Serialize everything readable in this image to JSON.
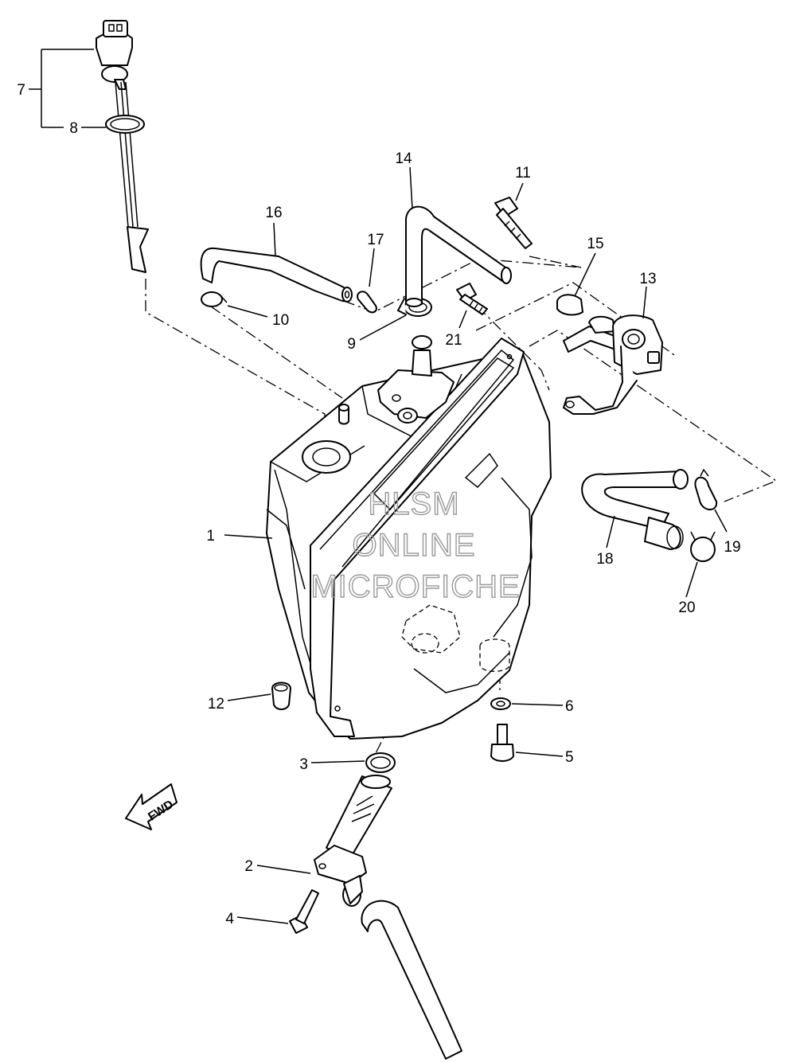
{
  "diagram": {
    "callouts": [
      {
        "id": "c1",
        "label": "1"
      },
      {
        "id": "c2",
        "label": "2"
      },
      {
        "id": "c3",
        "label": "3"
      },
      {
        "id": "c4",
        "label": "4"
      },
      {
        "id": "c5",
        "label": "5"
      },
      {
        "id": "c6",
        "label": "6"
      },
      {
        "id": "c7",
        "label": "7"
      },
      {
        "id": "c8",
        "label": "8"
      },
      {
        "id": "c9",
        "label": "9"
      },
      {
        "id": "c10",
        "label": "10"
      },
      {
        "id": "c11",
        "label": "11"
      },
      {
        "id": "c12",
        "label": "12"
      },
      {
        "id": "c13",
        "label": "13"
      },
      {
        "id": "c14",
        "label": "14"
      },
      {
        "id": "c15",
        "label": "15"
      },
      {
        "id": "c16",
        "label": "16"
      },
      {
        "id": "c17",
        "label": "17"
      },
      {
        "id": "c18",
        "label": "18"
      },
      {
        "id": "c19",
        "label": "19"
      },
      {
        "id": "c20",
        "label": "20"
      },
      {
        "id": "c21",
        "label": "21"
      }
    ],
    "direction_marker": "FWD",
    "watermark": [
      "HLSM",
      "ONLINE",
      "MICROFICHE"
    ]
  }
}
